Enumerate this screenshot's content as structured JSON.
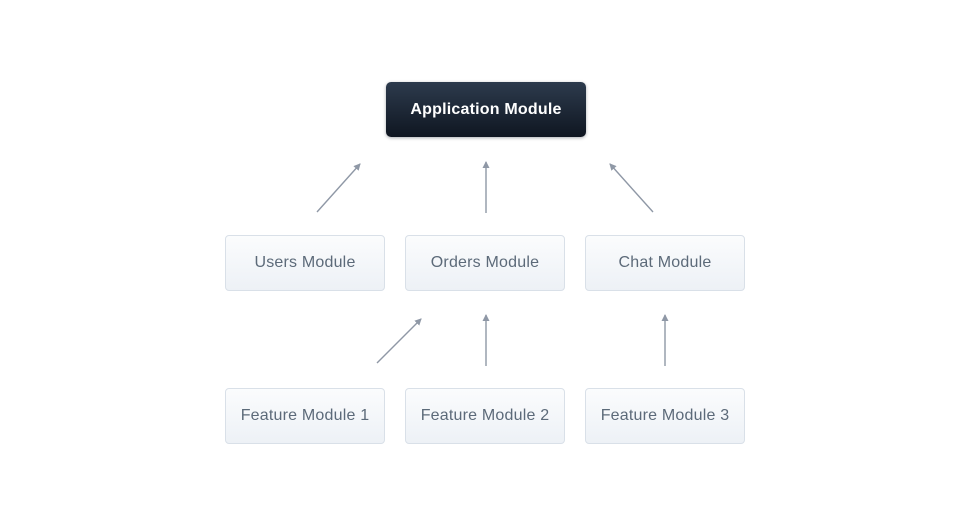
{
  "diagram": {
    "root": {
      "label": "Application Module"
    },
    "modules": [
      {
        "label": "Users Module"
      },
      {
        "label": "Orders Module"
      },
      {
        "label": "Chat Module"
      }
    ],
    "features": [
      {
        "label": "Feature Module 1"
      },
      {
        "label": "Feature Module 2"
      },
      {
        "label": "Feature Module 3"
      }
    ],
    "edges": [
      {
        "from": "Users Module",
        "to": "Application Module"
      },
      {
        "from": "Orders Module",
        "to": "Application Module"
      },
      {
        "from": "Chat Module",
        "to": "Application Module"
      },
      {
        "from": "Feature Module 1",
        "to": "Orders Module"
      },
      {
        "from": "Feature Module 2",
        "to": "Orders Module"
      },
      {
        "from": "Feature Module 3",
        "to": "Chat Module"
      }
    ],
    "colors": {
      "bg": "#ffffff",
      "root_top": "#2d3b4d",
      "root_bottom": "#0f1621",
      "root_text": "#ffffff",
      "node_top": "#fbfcfd",
      "node_bottom": "#edf1f6",
      "node_border": "#d9e0e8",
      "node_text": "#5c6a79",
      "arrow": "#8f98a6"
    }
  }
}
